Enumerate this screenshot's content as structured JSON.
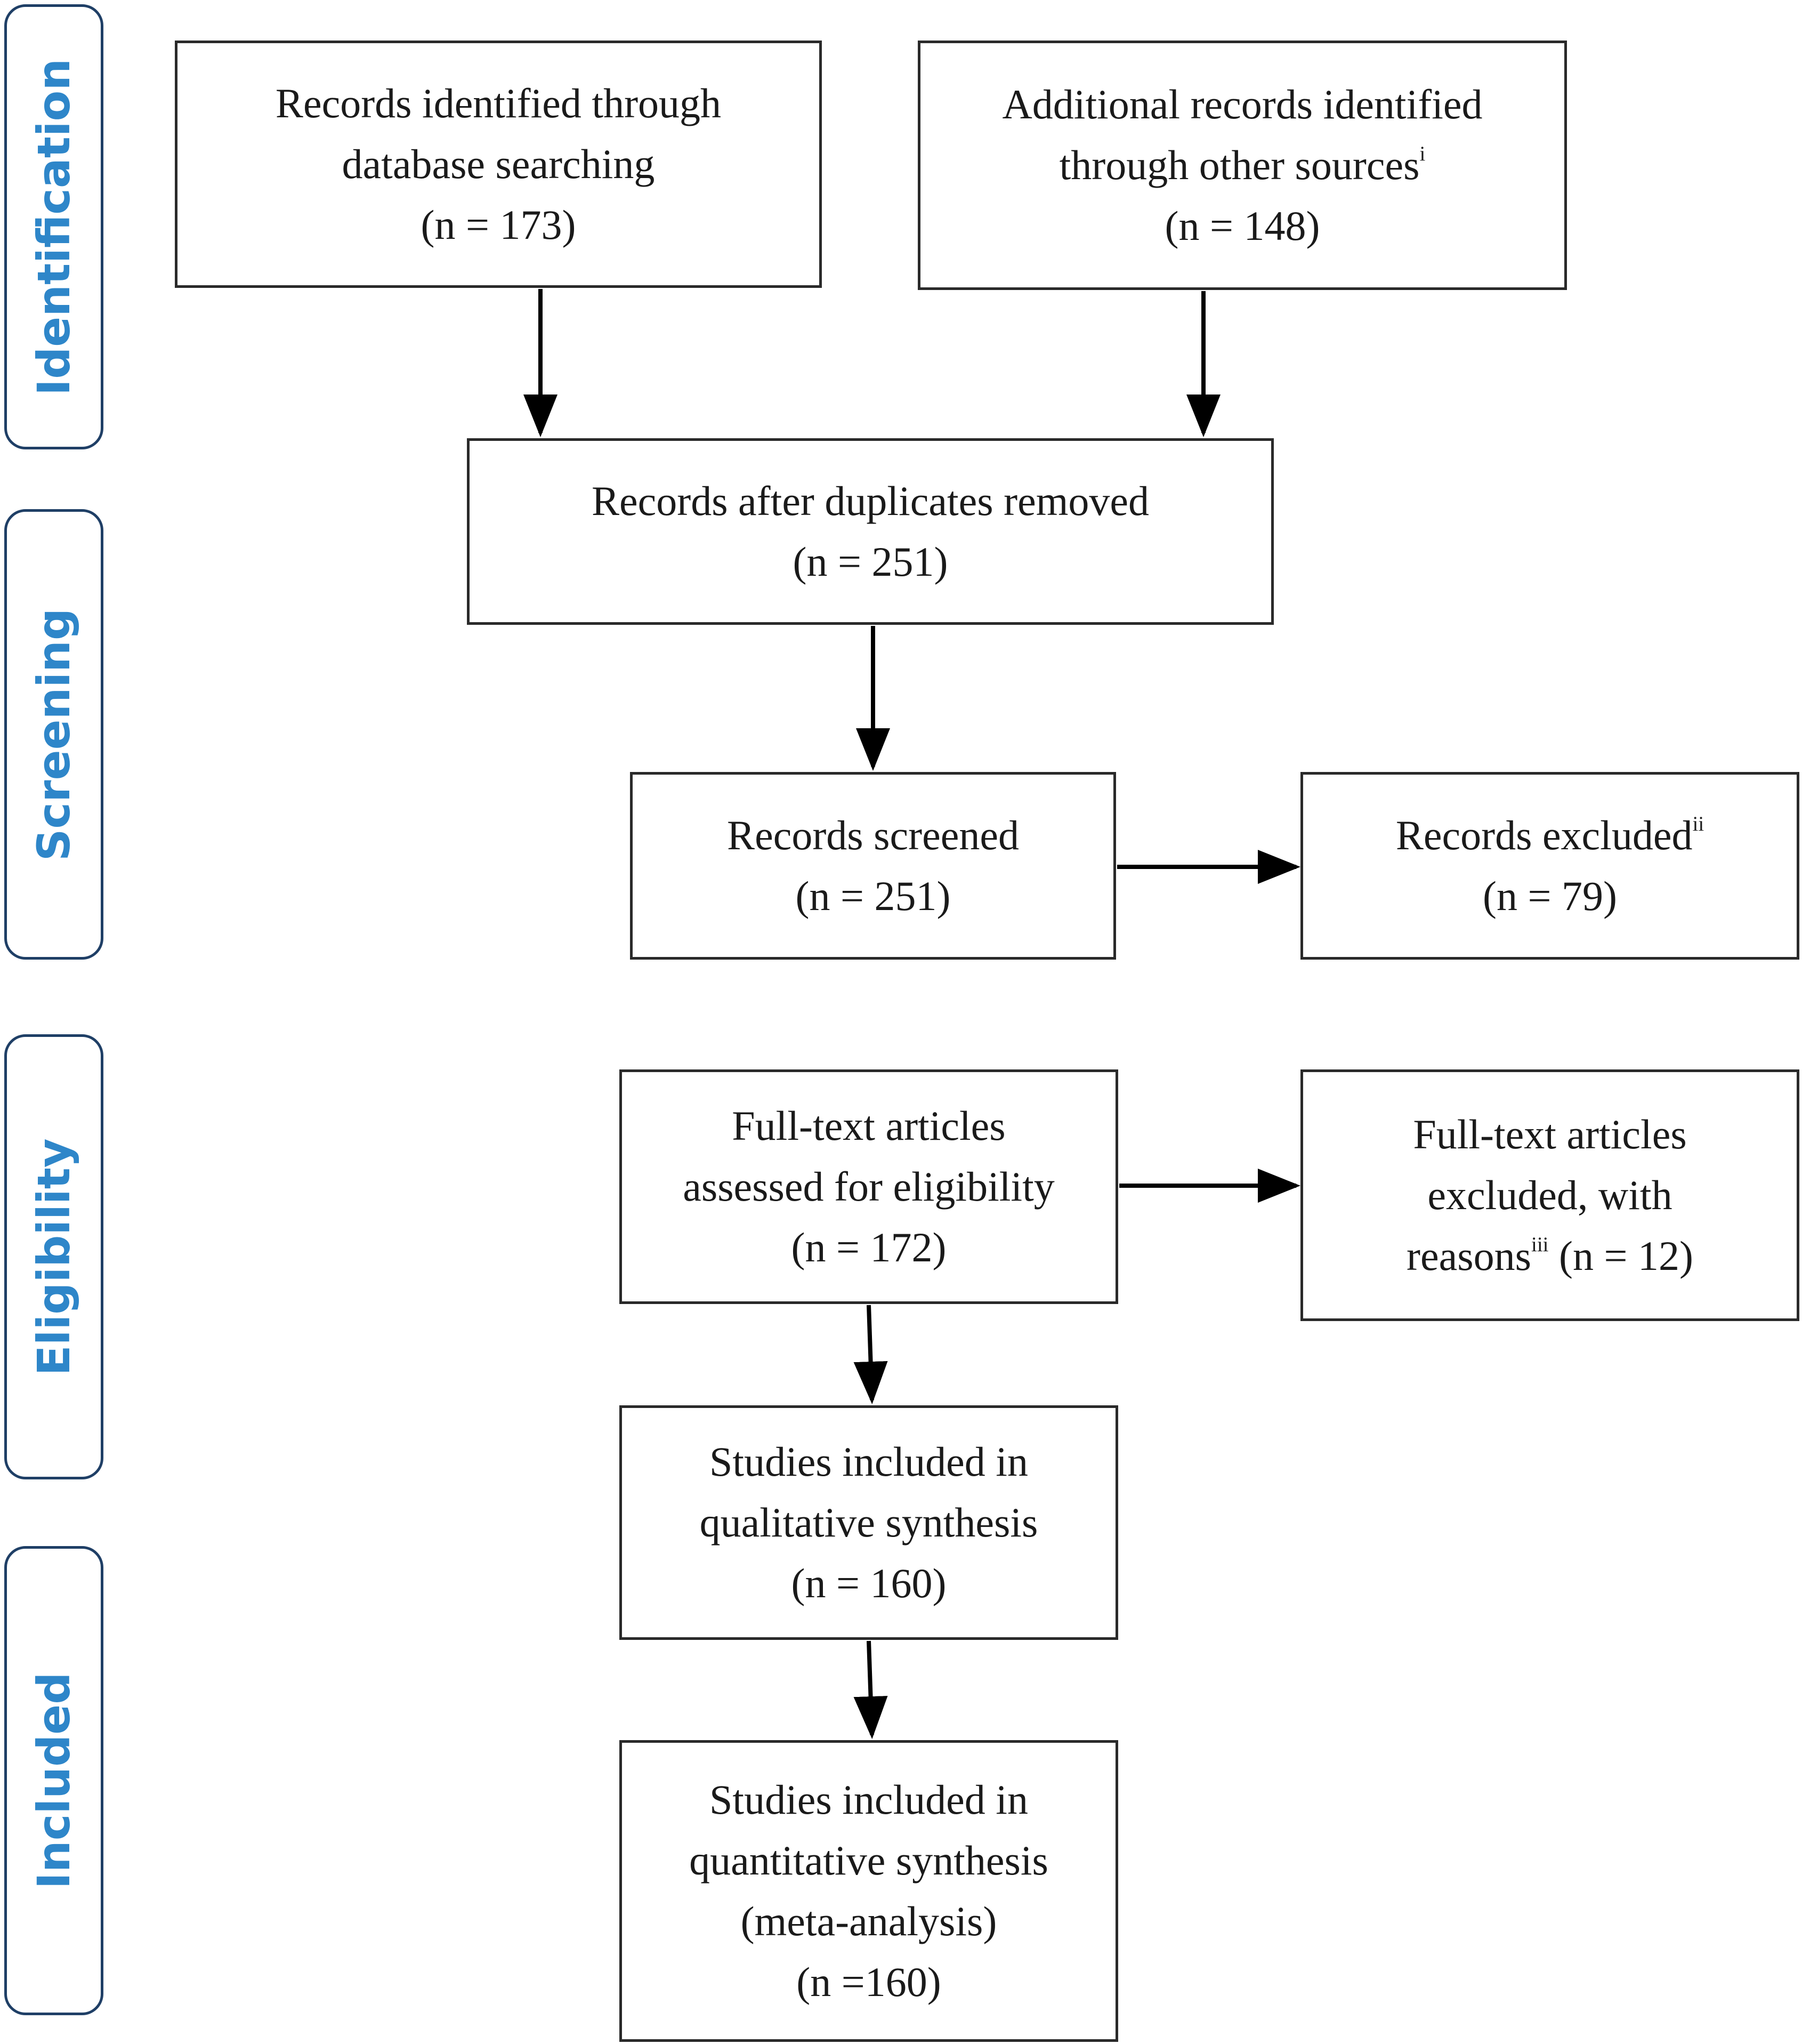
{
  "stages": {
    "identification": "Identification",
    "screening": "Screening",
    "eligibility": "Eligibility",
    "included": "Included"
  },
  "boxes": {
    "database_search": {
      "line1": "Records identified through",
      "line2": "database searching",
      "count": "(n = 173)"
    },
    "other_sources": {
      "line1": "Additional records identified",
      "line2": "through other sources",
      "note": "i",
      "count": "(n = 148)"
    },
    "after_duplicates": {
      "line1": "Records after duplicates removed",
      "count": "(n = 251)"
    },
    "screened": {
      "line1": "Records screened",
      "count": "(n = 251)"
    },
    "excluded": {
      "line1": "Records excluded",
      "note": "ii",
      "count": "(n = 79)"
    },
    "fulltext_assessed": {
      "line1": "Full-text articles",
      "line2": "assessed for eligibility",
      "count": "(n = 172)"
    },
    "fulltext_excluded": {
      "line1": "Full-text articles",
      "line2": "excluded, with",
      "line3": "reasons",
      "note": "iii",
      "count": "(n = 12)"
    },
    "qualitative": {
      "line1": "Studies included in",
      "line2": "qualitative synthesis",
      "count": "(n = 160)"
    },
    "quantitative": {
      "line1": "Studies included in",
      "line2": "quantitative synthesis",
      "line3": "(meta-analysis)",
      "count": "(n =160)"
    }
  },
  "colors": {
    "stage_text": "#2e86c9",
    "stage_border": "#1f3f66",
    "box_border": "#2a2a2a",
    "arrow": "#000000"
  }
}
